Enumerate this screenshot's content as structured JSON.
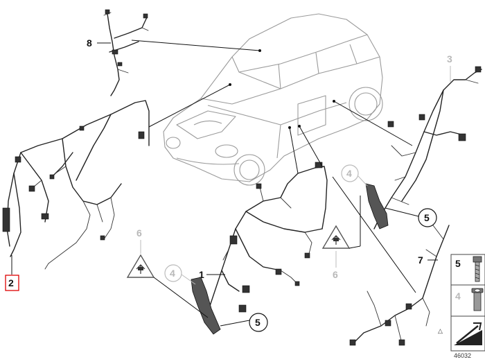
{
  "callouts": {
    "c1": "1",
    "c2": "2",
    "c3": "3",
    "c4a": "4",
    "c4b": "4",
    "c5a": "5",
    "c5b": "5",
    "c6a": "6",
    "c6b": "6",
    "c7": "7",
    "c8": "8"
  },
  "legend": {
    "item5": "5",
    "item4": "4"
  },
  "diagram_id": "46032",
  "corner_mark": "△",
  "icons": {
    "warning": "warning-triangle-plug-icon",
    "bolt": "bolt-icon",
    "nut": "rivet-nut-icon",
    "wedge": "wedge-shim-icon"
  },
  "colors": {
    "highlight": "#dd0000",
    "callout_gray": "#b8b8b8"
  }
}
